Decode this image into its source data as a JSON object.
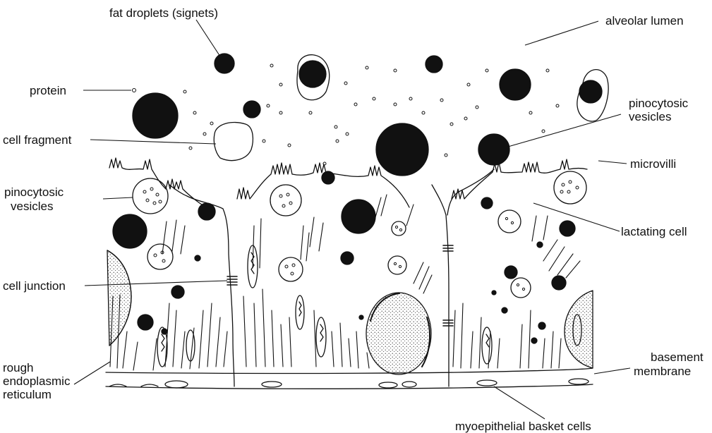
{
  "labels": {
    "fat_droplets": "fat droplets (signets)",
    "alveolar_lumen": "alveolar lumen",
    "protein": "protein",
    "pinocytosic_vesicles_right": [
      "pinocytosic",
      "vesicles"
    ],
    "cell_fragment": "cell fragment",
    "microvilli": "microvilli",
    "pinocytosic_vesicles_left": [
      "pinocytosic",
      "vesicles"
    ],
    "lactating_cell": "lactating cell",
    "cell_junction": "cell junction",
    "basement_membrane": [
      "basement",
      "membrane"
    ],
    "rough_er": [
      "rough",
      "endoplasmic",
      "reticulum"
    ],
    "myoepithelial": "myoepithelial basket cells"
  },
  "colors": {
    "ink": "#111111",
    "paper": "#ffffff"
  }
}
